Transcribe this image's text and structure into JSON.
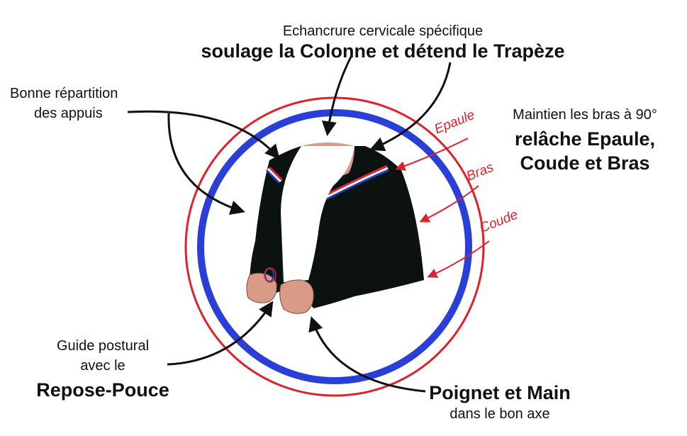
{
  "colors": {
    "outer_ring": "#e0202a",
    "inner_ring": "#2a3fd8",
    "garment": "#0c1210",
    "skin": "#d99a86",
    "sling": "#ffffff",
    "arrow_black": "#111111",
    "arrow_red": "#e0202a"
  },
  "labels": {
    "top_line1": "Echancrure cervicale spécifique",
    "top_line2": "soulage la Colonne et détend le Trapèze",
    "left_line1": "Bonne répartition",
    "left_line2": "des appuis",
    "right_line1": "Maintien les bras à 90°",
    "right_line2": "relâche Epaule,",
    "right_line3": "Coude et Bras",
    "epaule": "Epaule",
    "bras": "Bras",
    "coude": "Coude",
    "guide_line1": "Guide postural",
    "guide_line2": "avec le",
    "guide_line3": "Repose-Pouce",
    "poignet_line1": "Poignet et Main",
    "poignet_line2": "dans le bon axe"
  }
}
